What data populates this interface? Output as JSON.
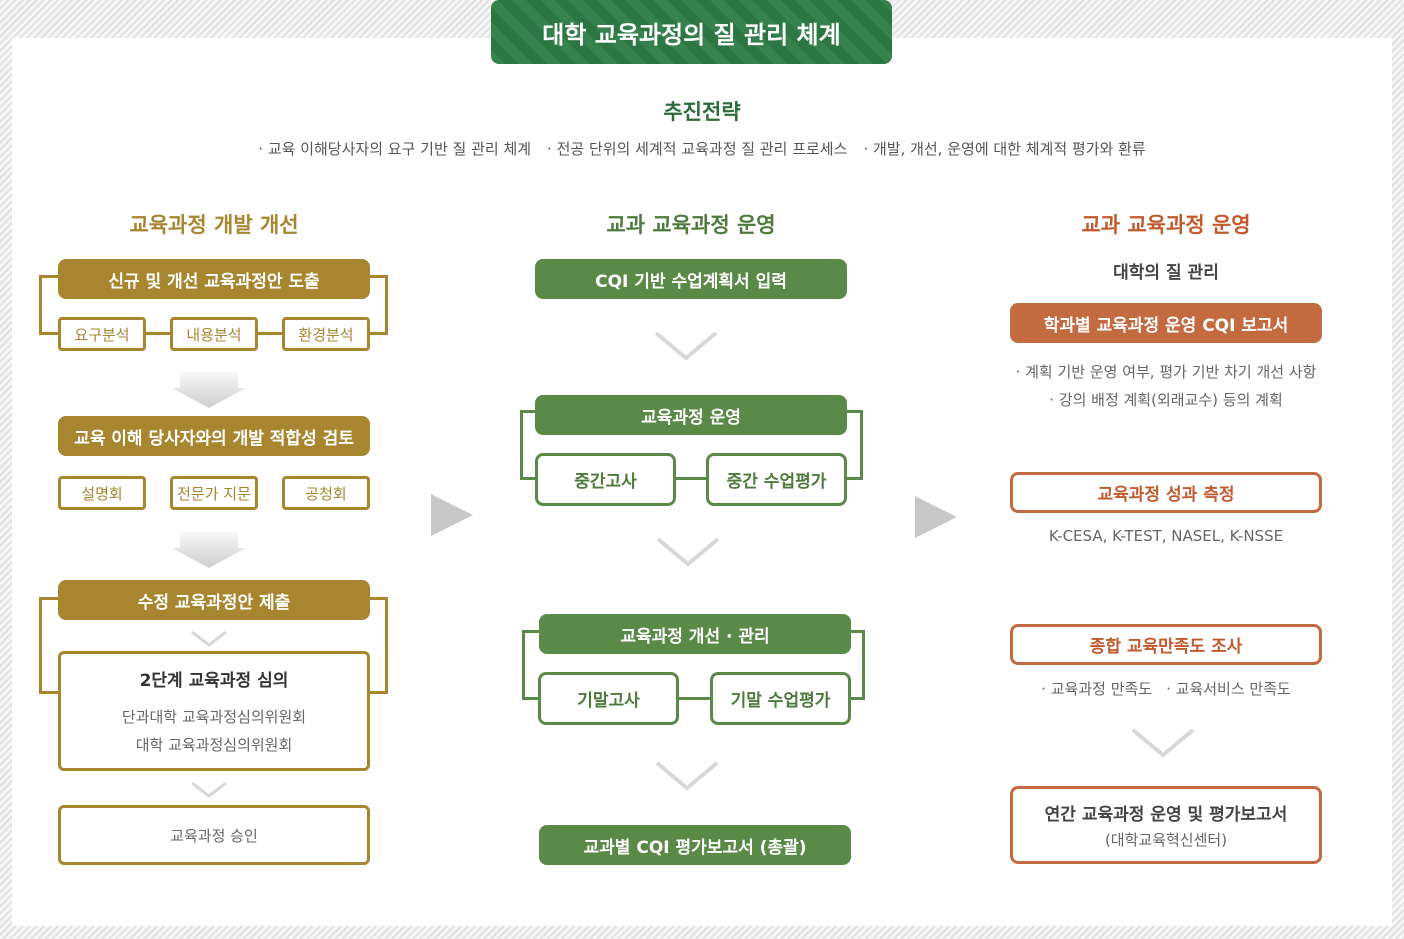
{
  "header": {
    "title": "대학 교육과정의 질 관리 체계"
  },
  "strategy": {
    "title": "추진전략",
    "items": [
      "· 교육 이해당사자의 요구 기반 질 관리 체계",
      "· 전공 단위의 세계적 교육과정 질 관리 프로세스",
      "· 개발, 개선, 운영에 대한 체계적 평가와 환류"
    ]
  },
  "left": {
    "title": "교육과정 개발 개선",
    "step1": "신규 및 개선 교육과정안 도출",
    "step1_subs": [
      "요구분석",
      "내용분석",
      "환경분석"
    ],
    "step2": "교육 이해 당사자와의 개발 적합성 검토",
    "step2_subs": [
      "설명회",
      "전문가 지문",
      "공청회"
    ],
    "step3": "수정 교육과정안 제출",
    "step4": {
      "title": "2단계 교육과정 심의",
      "lines": [
        "단과대학 교육과정심의위원회",
        "대학 교육과정심의위원회"
      ]
    },
    "step5": "교육과정 승인"
  },
  "middle": {
    "title": "교과 교육과정 운영",
    "step1": "CQI 기반 수업계획서 입력",
    "step2": "교육과정 운영",
    "step2_subs": [
      "중간고사",
      "중간 수업평가"
    ],
    "step3": "교육과정 개선 · 관리",
    "step3_subs": [
      "기말고사",
      "기말 수업평가"
    ],
    "step4": "교과별 CQI 평가보고서 (총괄)"
  },
  "right": {
    "title": "교과 교육과정 운영",
    "subtitle": "대학의 질 관리",
    "step1": "학과별 교육과정 운영 CQI 보고서",
    "step1_notes": [
      "· 계획 기반 운영 여부, 평가 기반 차기 개선 사항",
      "· 강의 배정 계획(외래교수) 등의 계획"
    ],
    "step2": "교육과정 성과 측정",
    "step2_note": "K-CESA, K-TEST, NASEL, K-NSSE",
    "step3": "종합 교육만족도 조사",
    "step3_notes": [
      "· 교육과정 만족도",
      "· 교육서비스 만족도"
    ],
    "step4": {
      "title": "연간 교육과정 운영 및 평가보고서",
      "sub": "(대학교육혁신센터)"
    }
  },
  "colors": {
    "green": "#2c7a45",
    "gold": "#a8862f",
    "olive_green": "#5a8a48",
    "orange": "#c46a40"
  },
  "icons": {
    "flow_arrow": "triangle-right-icon",
    "step_arrow": "chevron-down-icon",
    "block_arrow": "down-arrow-icon"
  }
}
